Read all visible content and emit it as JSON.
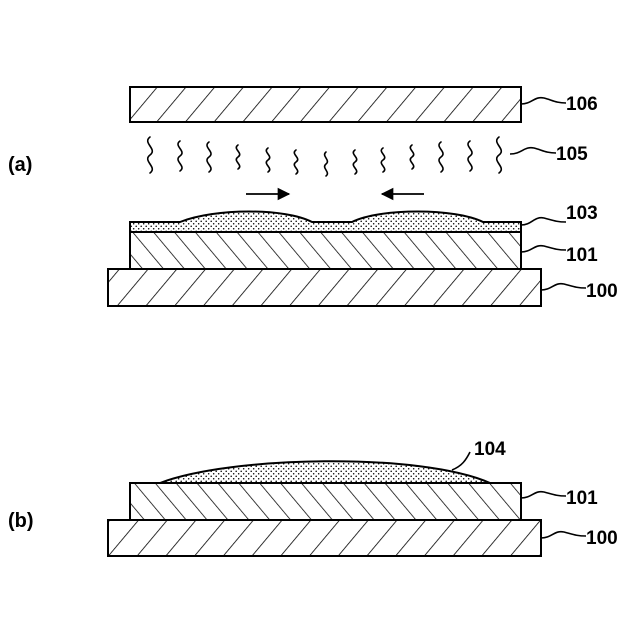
{
  "panels": {
    "a": "(a)",
    "b": "(b)"
  },
  "labels": {
    "substrate": "100",
    "layer_101": "101",
    "layer_103": "103",
    "layer_104": "104",
    "vapor": "105",
    "plate": "106"
  },
  "colors": {
    "line": "#000000",
    "background": "#ffffff"
  },
  "icons": {
    "left_arrow": "right-arrow-icon",
    "right_arrow": "left-arrow-icon",
    "vapor_waves": "wavy-line-icon"
  }
}
